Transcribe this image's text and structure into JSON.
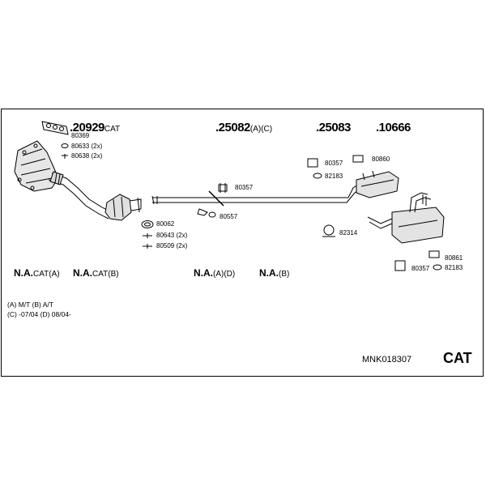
{
  "main_parts": {
    "p1": {
      "number": ".20929",
      "suffix": "CAT"
    },
    "p2": {
      "number": ".25082",
      "suffix": "(A)(C)"
    },
    "p3": {
      "number": ".25083",
      "suffix": ""
    },
    "p4": {
      "number": ".10666",
      "suffix": ""
    }
  },
  "small_parts": {
    "s80369": "80369",
    "s80633": "80633 (2x)",
    "s80638": "80638 (2x)",
    "s80357a": "80357",
    "s80062": "80062",
    "s80643": "80643 (2x)",
    "s80509": "80509 (2x)",
    "s80557": "80557",
    "s80357b": "80357",
    "s82183a": "82183",
    "s80860": "80860",
    "s82314": "82314",
    "s80861": "80861",
    "s80357c": "80357",
    "s82183b": "82183"
  },
  "na_labels": {
    "n1": {
      "main": "N.A.",
      "suffix": "CAT(A)"
    },
    "n2": {
      "main": "N.A.",
      "suffix": "CAT(B)"
    },
    "n3": {
      "main": "N.A.",
      "suffix": "(A)(D)"
    },
    "n4": {
      "main": "N.A.",
      "suffix": "(B)"
    }
  },
  "legend": {
    "line1": "(A) M/T (B) A/T",
    "line2": "(C) -07/04 (D) 08/04-"
  },
  "kit_code": "MNK018307",
  "kit_type": "CAT"
}
